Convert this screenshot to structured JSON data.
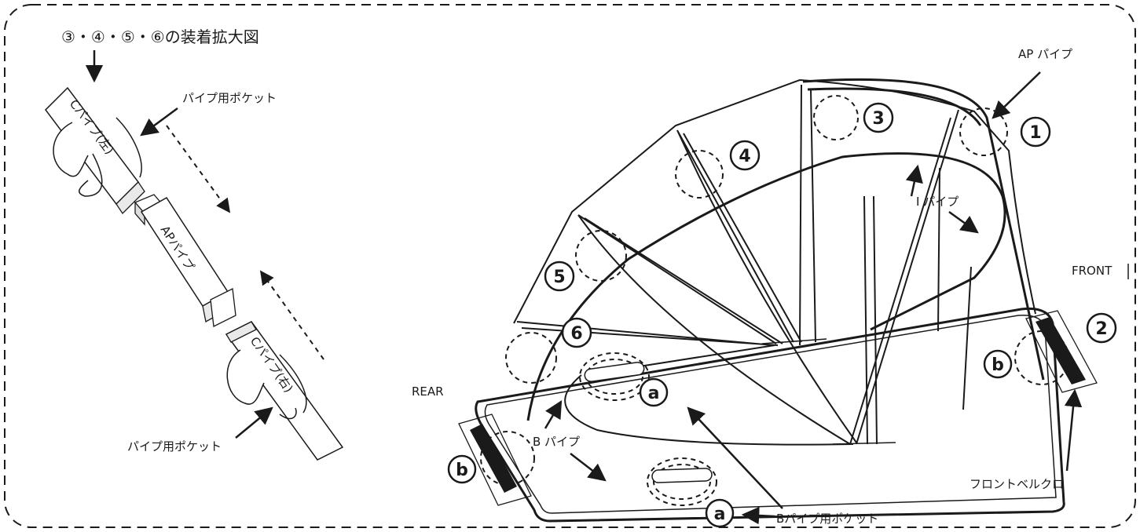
{
  "left_panel": {
    "title": "③・④・⑤・⑥の装着拡大図",
    "pocket_label_top": "パイプ用ポケット",
    "pocket_label_bottom": "パイプ用ポケット",
    "pipe_c_left": "Cパイプ(左)",
    "pipe_ap": "APパイプ",
    "pipe_c_right": "Cパイプ(右)"
  },
  "main_diagram": {
    "label_ap_pipe": "AP パイプ",
    "label_i_pipe": "I パイプ",
    "label_b_pipe": "B パイプ",
    "label_b_pocket": "Bパイプ用ポケット",
    "label_front_velcro": "フロントベルクロ",
    "label_front": "FRONT",
    "label_rear": "REAR",
    "markers": {
      "m1": "1",
      "m2": "2",
      "m3": "3",
      "m4": "4",
      "m5": "5",
      "m6": "6",
      "a": "a",
      "b": "b"
    }
  }
}
